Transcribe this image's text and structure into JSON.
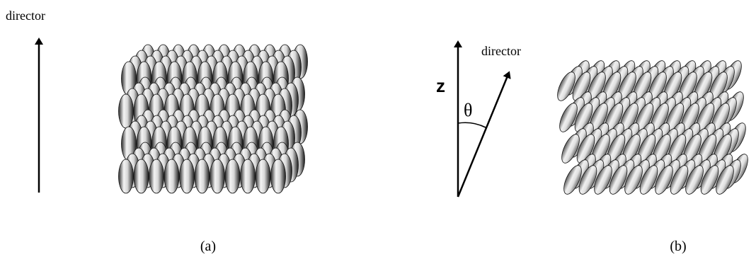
{
  "panel_a": {
    "director_label": "director",
    "caption": "(a)"
  },
  "panel_b": {
    "axis_label": "z",
    "angle_label": "θ",
    "director_label": "director",
    "caption": "(b)"
  }
}
